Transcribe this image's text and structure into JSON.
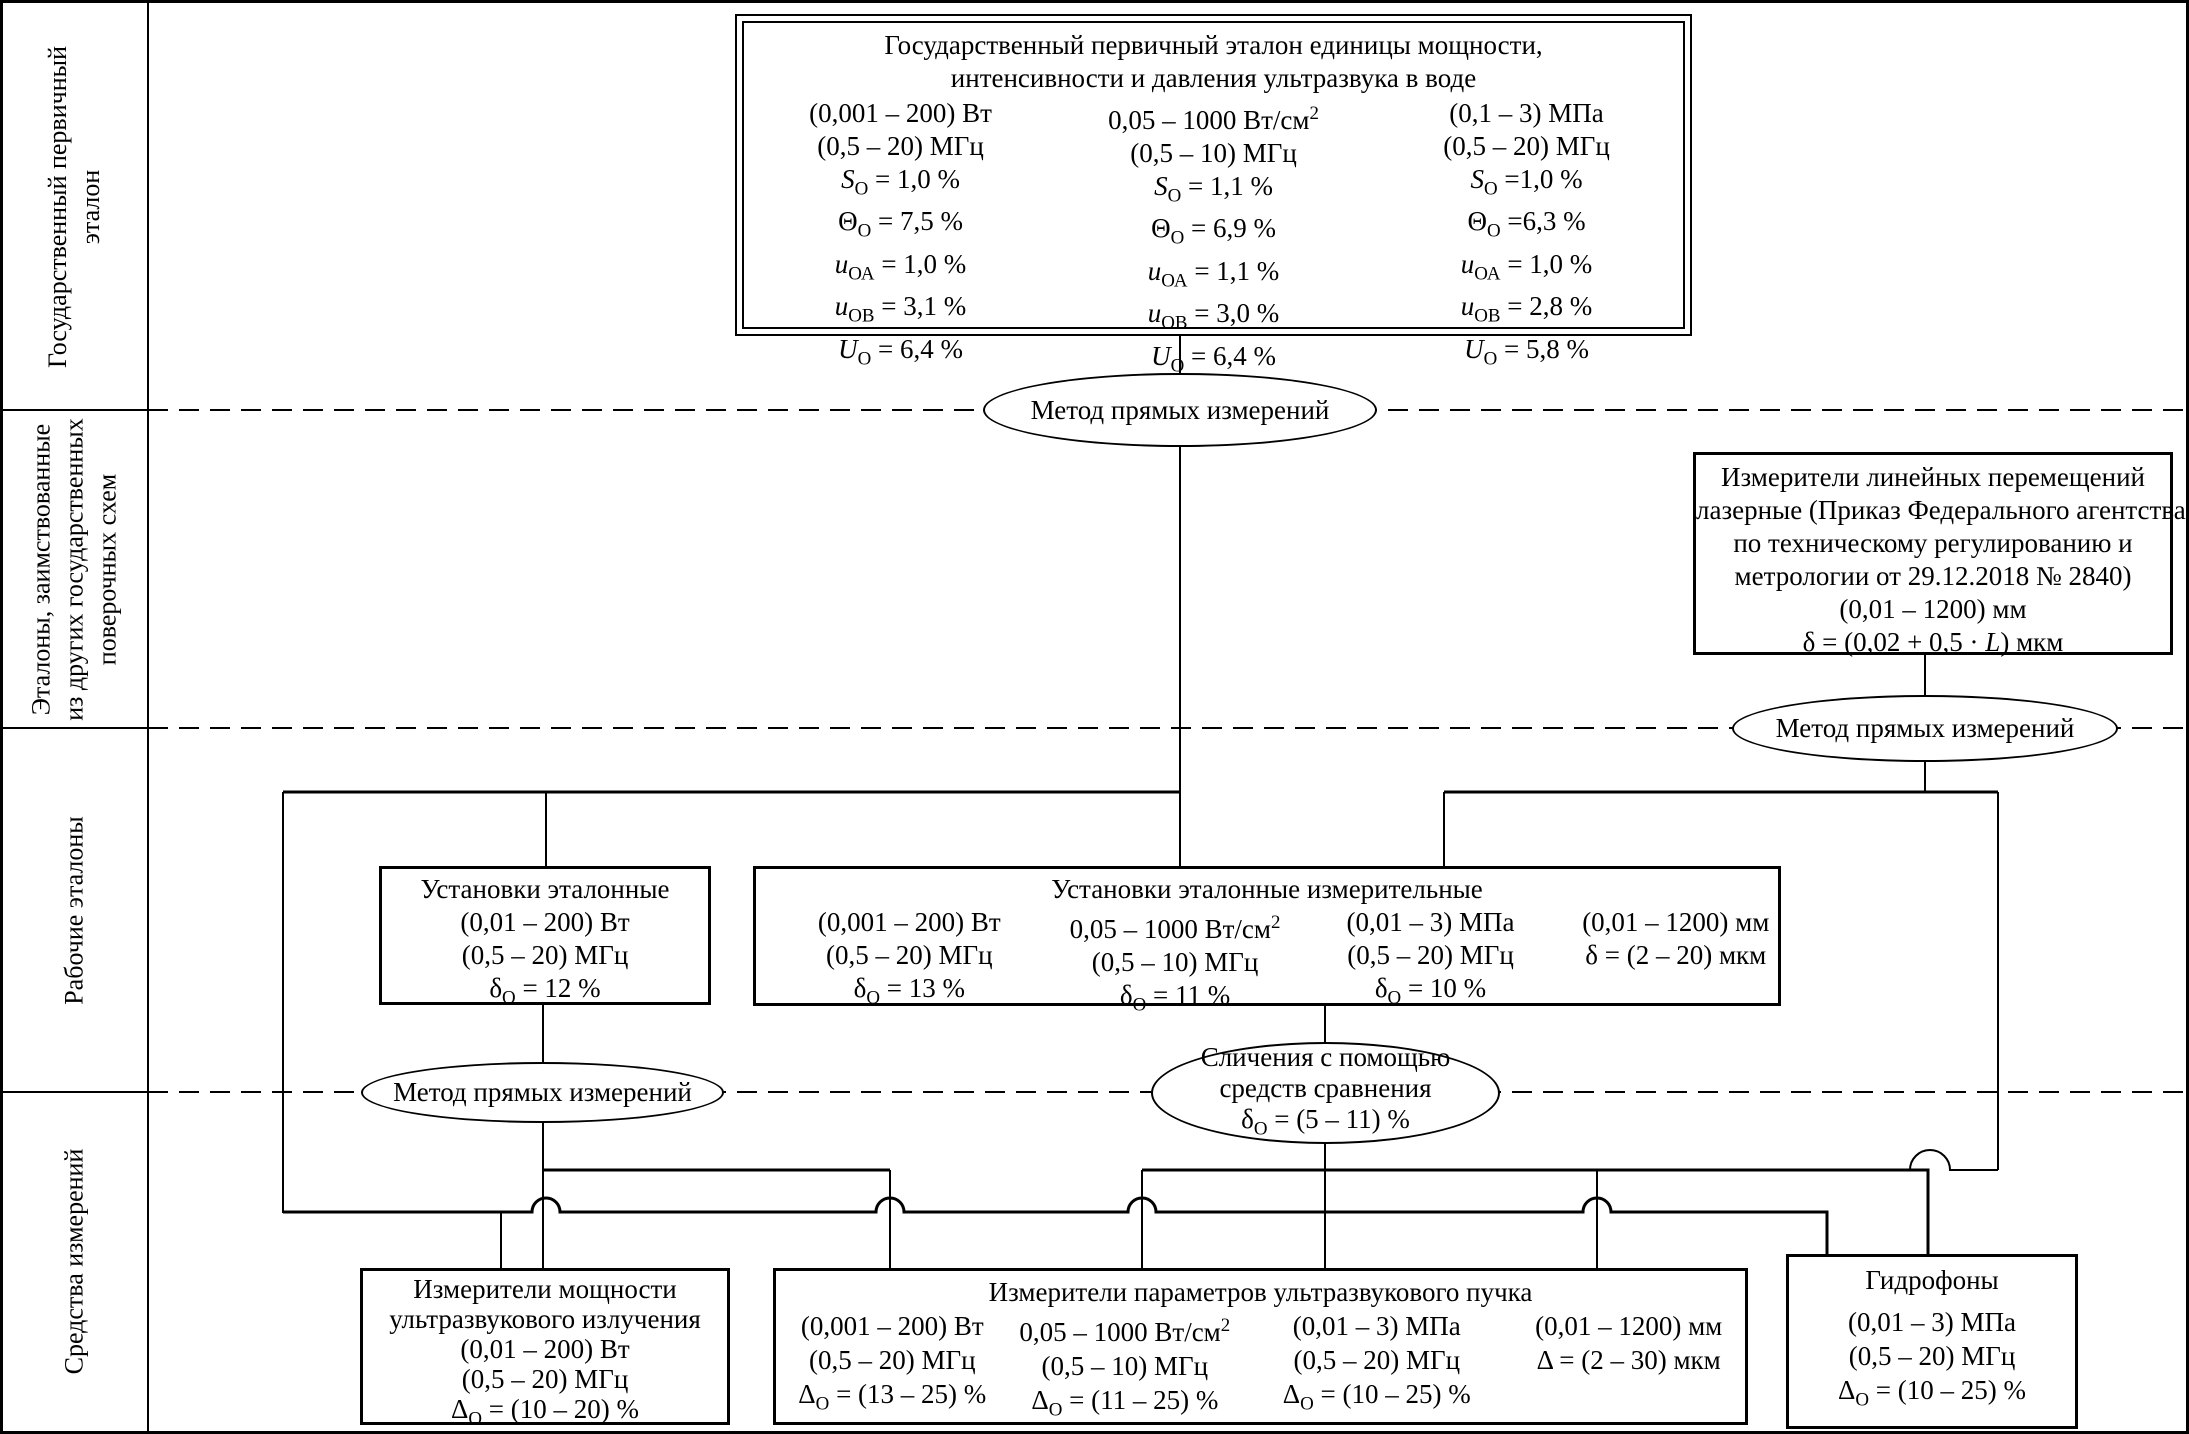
{
  "colors": {
    "line": "#000000",
    "background": "#ffffff"
  },
  "sidebar": {
    "rows": [
      {
        "label": "Государственный первичный\nэталон"
      },
      {
        "label": "Эталоны, заимствованные\nиз других государственных\nповерочных схем"
      },
      {
        "label": "Рабочие эталоны"
      },
      {
        "label": "Средства измерений"
      }
    ]
  },
  "ellipses": {
    "method1": "Метод прямых измерений",
    "method2": "Метод прямых измерений",
    "method3": "Метод прямых измерений",
    "comparison": [
      "Сличения с помощью",
      "средств сравнения",
      "δ<sub>О</sub> = (5 – 11) %"
    ]
  },
  "primary": {
    "title": "Государственный первичный эталон единицы мощности, интенсивности и давления ультразвука в воде",
    "cols": [
      [
        "(0,001 – 200) Вт",
        "(0,5 – 20) МГц",
        "<i>S</i><sub>О</sub> = 1,0 %",
        "Θ<sub>О</sub> = 7,5 %",
        "<i>u</i><sub>ОА</sub> = 1,0 %",
        "<i>u</i><sub>ОВ</sub> = 3,1 %",
        "<i>U</i><sub>О</sub> = 6,4 %"
      ],
      [
        "0,05 – 1000 Вт/см<sup>2</sup>",
        "(0,5 – 10) МГц",
        "<i>S</i><sub>О</sub> = 1,1 %",
        "Θ<sub>О</sub> = 6,9 %",
        "<i>u</i><sub>ОА</sub> = 1,1 %",
        "<i>u</i><sub>ОВ</sub> = 3,0 %",
        "<i>U</i><sub>О</sub> = 6,4 %"
      ],
      [
        "(0,1 – 3) МПа",
        "(0,5 – 20) МГц",
        "<i>S</i><sub>О</sub> =1,0 %",
        "Θ<sub>О</sub> =6,3 %",
        "<i>u</i><sub>ОА</sub> = 1,0 %",
        "<i>u</i><sub>ОВ</sub> = 2,8 %",
        "<i>U</i><sub>О</sub> = 5,8 %"
      ]
    ]
  },
  "borrowed": {
    "lines": [
      "Измерители линейных перемещений",
      "лазерные (Приказ Федерального агентства",
      "по техническому регулированию и",
      "метрологии от 29.12.2018 № 2840)",
      "(0,01 – 1200) мм",
      "δ = (0,02 + 0,5 · <i>L</i>) мкм"
    ]
  },
  "working_installations": {
    "lines": [
      "Установки эталонные",
      "(0,01 – 200) Вт",
      "(0,5 – 20) МГц",
      "δ<sub>О</sub> = 12 %"
    ]
  },
  "working_measuring": {
    "title": "Установки эталонные измерительные",
    "cols": [
      [
        "(0,001 – 200) Вт",
        "(0,5 – 20) МГц",
        "δ<sub>О</sub> = 13 %"
      ],
      [
        "0,05 – 1000 Вт/см<sup>2</sup>",
        "(0,5 – 10) МГц",
        "δ<sub>О</sub> = 11 %"
      ],
      [
        "(0,01 – 3) МПа",
        "(0,5 – 20) МГц",
        "δ<sub>О</sub> = 10 %"
      ],
      [
        "(0,01 – 1200) мм",
        "δ = (2 – 20) мкм"
      ]
    ]
  },
  "power_meters": {
    "lines": [
      "Измерители мощности",
      "ультразвукового излучения",
      "(0,01 – 200) Вт",
      "(0,5 – 20) МГц",
      "Δ<sub>О</sub> = (10 – 20) %"
    ]
  },
  "beam_parameters": {
    "title": "Измерители параметров ультразвукового пучка",
    "cols": [
      [
        "(0,001 – 200) Вт",
        "(0,5 – 20) МГц",
        "Δ<sub>О</sub> = (13 – 25) %"
      ],
      [
        "0,05 – 1000 Вт/см<sup>2</sup>",
        "(0,5 – 10) МГц",
        "Δ<sub>О</sub> = (11 – 25) %"
      ],
      [
        "(0,01 – 3) МПа",
        "(0,5 – 20) МГц",
        "Δ<sub>О</sub> = (10 – 25) %"
      ],
      [
        "(0,01 – 1200) мм",
        "Δ = (2 – 30) мкм"
      ]
    ]
  },
  "hydrophones": {
    "lines": [
      "Гидрофоны",
      "(0,01 – 3) МПа",
      "(0,5 – 20) МГц",
      "Δ<sub>О</sub> = (10 – 25) %"
    ]
  }
}
